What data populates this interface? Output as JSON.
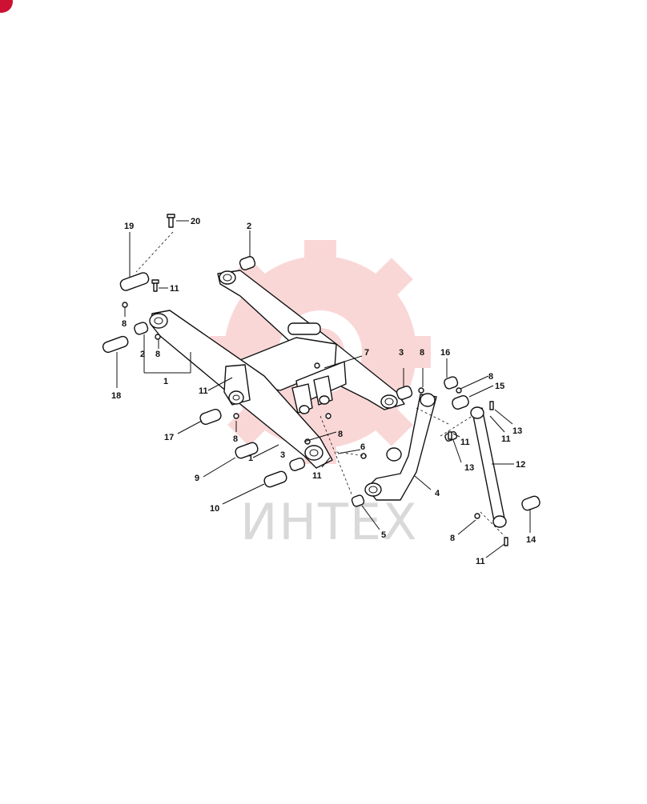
{
  "watermark": {
    "text": "ИНТЕХ",
    "color": "#f7b7b7"
  },
  "corner_mark_color": "#cc1133",
  "callouts": [
    "1",
    "1",
    "2",
    "2",
    "3",
    "3",
    "4",
    "5",
    "6",
    "7",
    "8",
    "8",
    "8",
    "8",
    "8",
    "8",
    "8",
    "9",
    "10",
    "11",
    "11",
    "11",
    "11",
    "11",
    "11",
    "12",
    "13",
    "13",
    "14",
    "15",
    "16",
    "17",
    "18",
    "19",
    "20"
  ]
}
